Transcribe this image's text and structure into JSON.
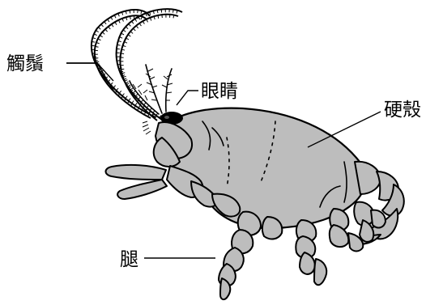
{
  "labels": {
    "antennae": "觸鬚",
    "eye": "眼睛",
    "shell": "硬殼",
    "leg": "腿"
  },
  "colors": {
    "body": "#bdbdbd",
    "outline": "#000000",
    "background": "#ffffff"
  }
}
